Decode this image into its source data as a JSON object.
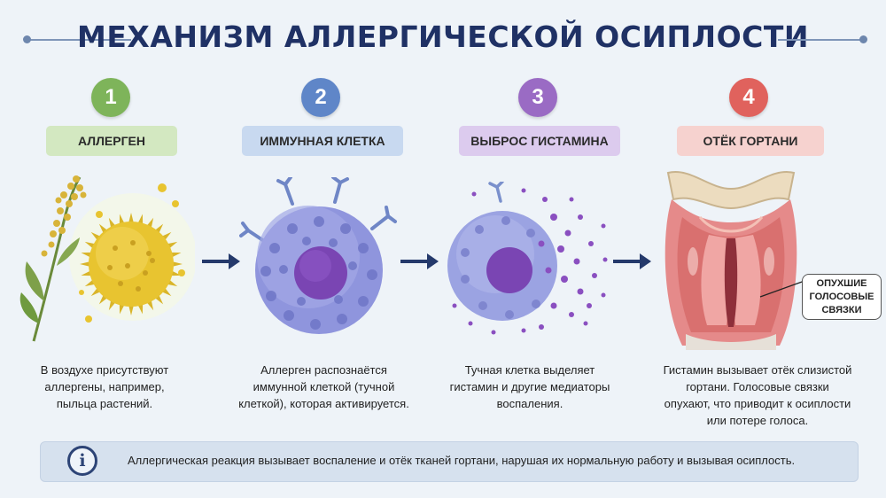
{
  "title": "МЕХАНИЗМ АЛЛЕРГИЧЕСКОЙ ОСИПЛОСТИ",
  "steps": [
    {
      "number": "1",
      "label": "АЛЛЕРГЕН",
      "description_lines": [
        "В воздухе присутствуют",
        "аллергены, например,",
        "пыльца растений."
      ],
      "color": "#7eb45a",
      "label_bg": "#d3e8c1"
    },
    {
      "number": "2",
      "label": "ИММУННАЯ КЛЕТКА",
      "description_lines": [
        "Аллерген распознаётся",
        "иммунной клеткой (тучной",
        "клеткой), которая активируется."
      ],
      "color": "#5f86c8",
      "label_bg": "#c8d9f0"
    },
    {
      "number": "3",
      "label": "ВЫБРОС ГИСТАМИНА",
      "description_lines": [
        "Тучная клетка выделяет",
        "гистамин и другие медиаторы",
        "воспаления."
      ],
      "color": "#9a6bc4",
      "label_bg": "#dccbee"
    },
    {
      "number": "4",
      "label": "ОТЁК ГОРТАНИ",
      "description_lines": [
        "Гистамин вызывает отёк слизистой",
        "гортани. Голосовые связки",
        "опухают, что приводит к осиплости",
        "или потере голоса."
      ],
      "color": "#e0625d",
      "label_bg": "#f6d2cf"
    }
  ],
  "callout": [
    "ОПУХШИЕ",
    "ГОЛОСОВЫЕ",
    "СВЯЗКИ"
  ],
  "info": {
    "icon": "info-icon",
    "text": "Аллергическая реакция вызывает воспаление и отёк тканей гортани, нарушая их нормальную работу и вызывая осиплость."
  },
  "colors": {
    "title": "#1f3165",
    "arrow": "#24396b",
    "pollen": "#e8c430",
    "cell": "#8f95dd",
    "nucleus": "#7a45b3",
    "larynx": "#e07a7a"
  }
}
